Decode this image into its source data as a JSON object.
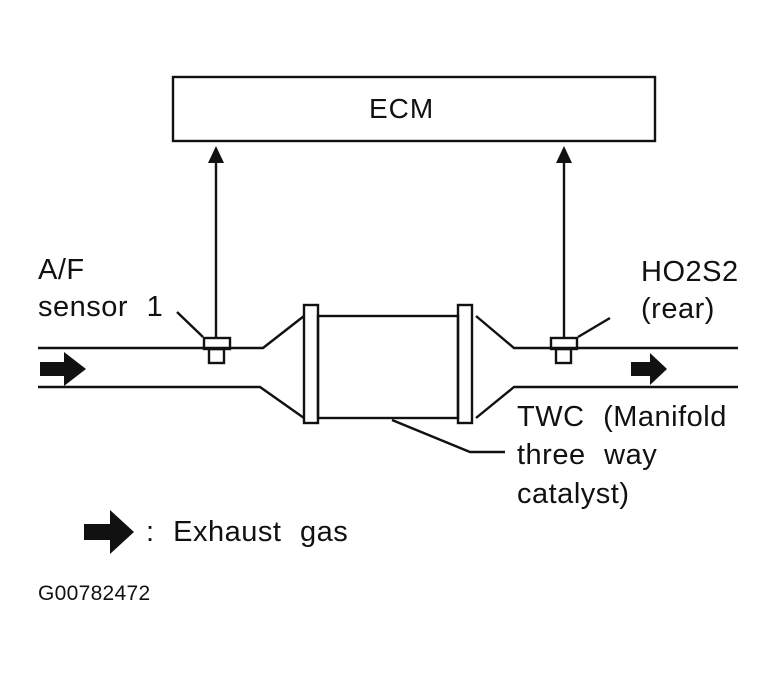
{
  "ecm": {
    "label": "ECM"
  },
  "sensor_front": {
    "line1": "A/F",
    "line2": "sensor 1"
  },
  "sensor_rear": {
    "line1": "HO2S2",
    "line2": "(rear)"
  },
  "catalyst": {
    "line1": "TWC (Manifold",
    "line2": "three way",
    "line3": "catalyst)"
  },
  "legend": {
    "text": ": Exhaust gas",
    "icon": "arrow-right-icon"
  },
  "figure_code": "G00782472",
  "colors": {
    "ink": "#111111",
    "background": "#ffffff"
  }
}
